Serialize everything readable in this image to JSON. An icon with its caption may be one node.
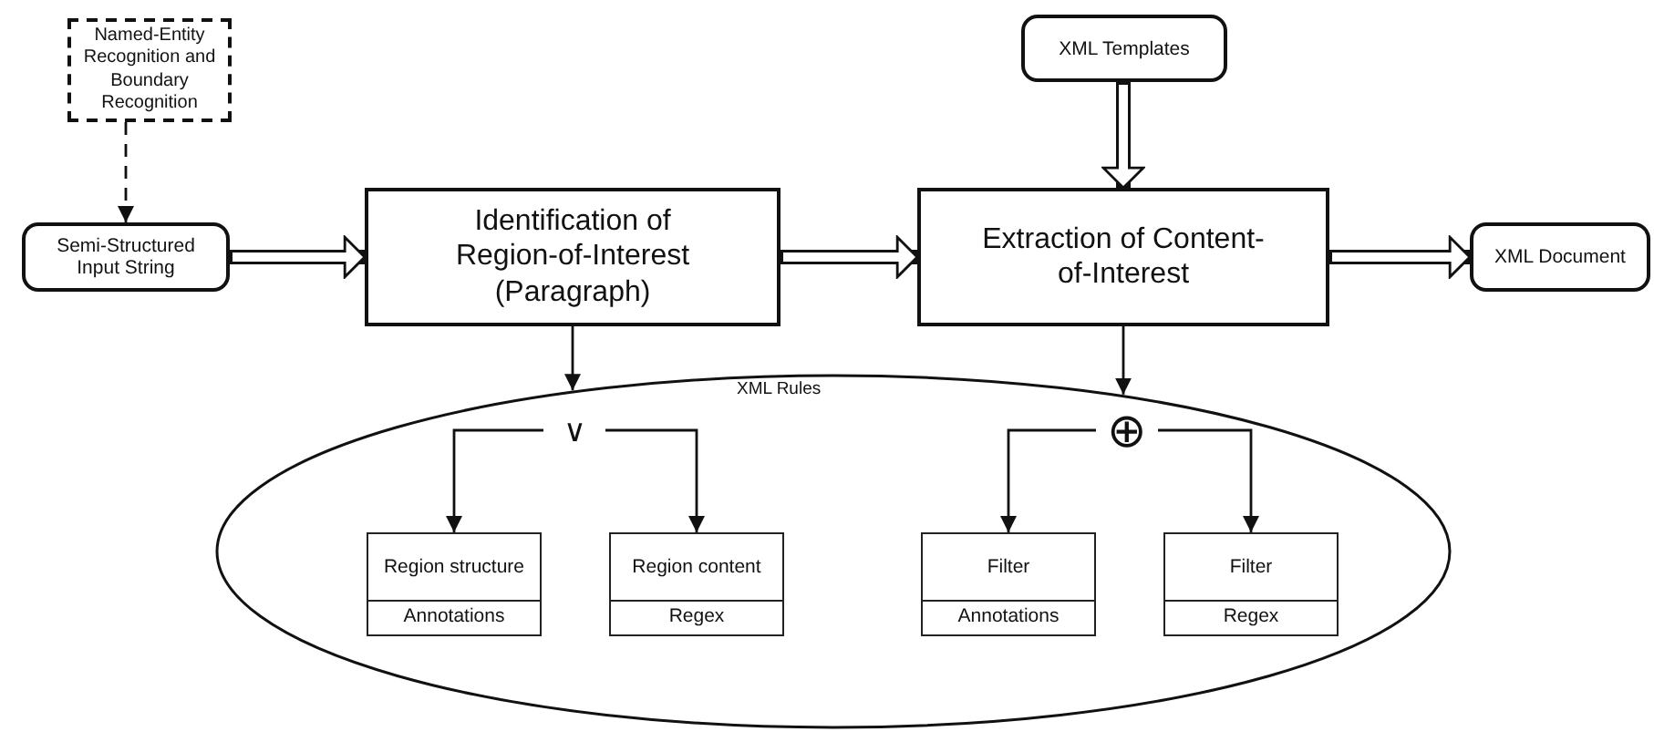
{
  "diagram": {
    "nodes": [
      {
        "text": [
          "Named-Entity Recognition and Boundary Recognition"
        ]
      },
      {
        "text": [
          "Semi-Structured Input String"
        ]
      },
      {
        "text": [
          "Identification of Region-of-Interest (Paragraph)"
        ]
      },
      {
        "text": [
          "XML Templates"
        ]
      },
      {
        "text": [
          "Extraction of Content-of-Interest"
        ]
      },
      {
        "text": [
          "XML Document"
        ]
      },
      {
        "text": [
          "XML Rules"
        ]
      },
      {
        "text": [
          "∨"
        ],
        "in": 6
      },
      {
        "text": [
          "⊕"
        ],
        "in": 6
      },
      {
        "text": [
          "Region structure",
          "Annotations"
        ],
        "in": 6
      },
      {
        "text": [
          "Region content",
          "Regex"
        ],
        "in": 6
      },
      {
        "text": [
          "Filter",
          "Annotations"
        ],
        "in": 6
      },
      {
        "text": [
          "Filter",
          "Regex"
        ],
        "in": 6
      }
    ],
    "edges": [
      {
        "from": 0,
        "to": 1,
        "arrow": "to",
        "style": "dashed"
      },
      {
        "from": 1,
        "to": 2,
        "arrow": "to",
        "style": "thick"
      },
      {
        "from": 2,
        "to": 4,
        "arrow": "to",
        "style": "thick"
      },
      {
        "from": 3,
        "to": 4,
        "arrow": "to",
        "style": "thick"
      },
      {
        "from": 4,
        "to": 5,
        "arrow": "to",
        "style": "thick"
      },
      {
        "from": 2,
        "to": 6,
        "arrow": "to"
      },
      {
        "from": 4,
        "to": 6,
        "arrow": "to"
      },
      {
        "from": 7,
        "to": 9,
        "arrow": "to"
      },
      {
        "from": 7,
        "to": 10,
        "arrow": "to"
      },
      {
        "from": 8,
        "to": 11,
        "arrow": "to"
      },
      {
        "from": 8,
        "to": 12,
        "arrow": "to"
      }
    ]
  }
}
